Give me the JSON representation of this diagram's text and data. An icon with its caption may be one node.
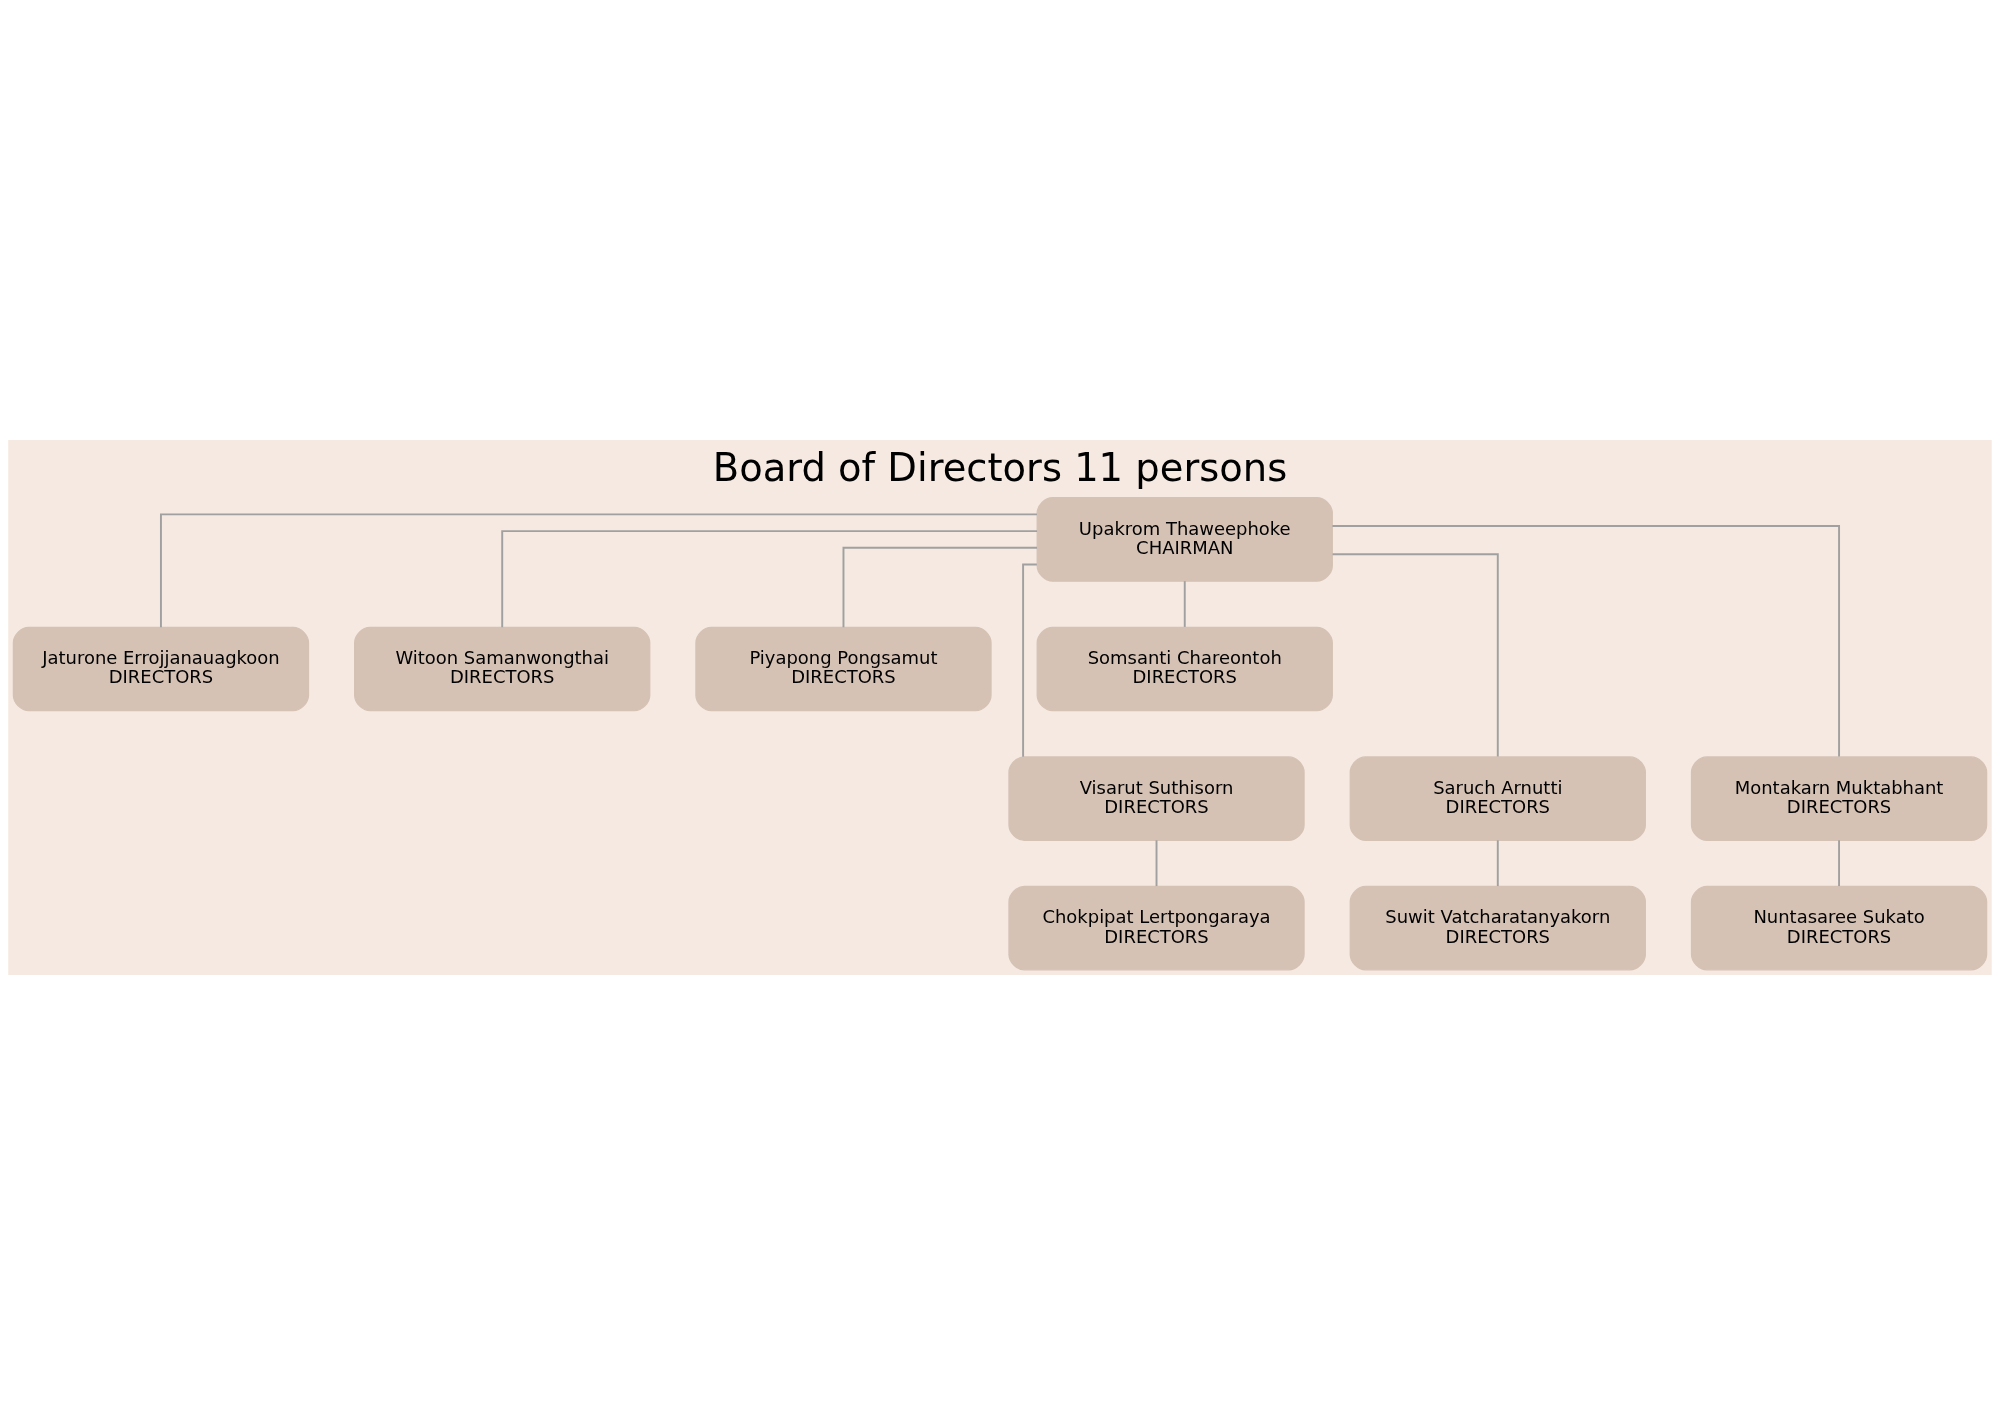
{
  "diagram": {
    "title": "Board of Directors 11 persons",
    "nodes": [
      {
        "text": [
          "Upakrom Thaweephoke",
          "CHAIRMAN"
        ]
      },
      {
        "text": [
          "Jaturone Errojjanauagkoon",
          "DIRECTORS"
        ]
      },
      {
        "text": [
          "Witoon Samanwongthai",
          "DIRECTORS"
        ]
      },
      {
        "text": [
          "Piyapong Pongsamut",
          "DIRECTORS"
        ]
      },
      {
        "text": [
          "Somsanti Chareontoh",
          "DIRECTORS"
        ]
      },
      {
        "text": [
          "Visarut Suthisorn",
          "DIRECTORS"
        ]
      },
      {
        "text": [
          "Saruch Arnutti",
          "DIRECTORS"
        ]
      },
      {
        "text": [
          "Montakarn Muktabhant",
          "DIRECTORS"
        ]
      },
      {
        "text": [
          "Chokpipat Lertpongaraya",
          "DIRECTORS"
        ]
      },
      {
        "text": [
          "Suwit Vatcharatanyakorn",
          "DIRECTORS"
        ]
      },
      {
        "text": [
          "Nuntasaree Sukato",
          "DIRECTORS"
        ]
      }
    ],
    "edges": [
      {
        "from": 0,
        "to": 1,
        "arrow": "none"
      },
      {
        "from": 0,
        "to": 5,
        "arrow": "none"
      },
      {
        "from": 0,
        "to": 2,
        "arrow": "none"
      },
      {
        "from": 0,
        "to": 6,
        "arrow": "none"
      },
      {
        "from": 0,
        "to": 3,
        "arrow": "none"
      },
      {
        "from": 0,
        "to": 7,
        "arrow": "none"
      },
      {
        "from": 0,
        "to": 4,
        "arrow": "none"
      },
      {
        "from": 5,
        "to": 8,
        "arrow": "none"
      },
      {
        "from": 6,
        "to": 9,
        "arrow": "none"
      },
      {
        "from": 7,
        "to": 10,
        "arrow": "none"
      }
    ]
  }
}
